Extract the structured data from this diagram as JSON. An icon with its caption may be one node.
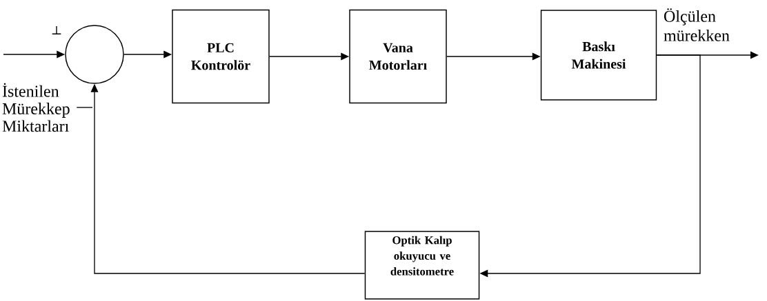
{
  "diagram": {
    "nodes": [
      {
        "text": [],
        "shape": "circle"
      },
      {
        "text": [
          "PLC Kontrolör"
        ]
      },
      {
        "text": [
          "Vana Motorları"
        ]
      },
      {
        "text": [
          "Baskı Makinesi"
        ]
      },
      {
        "text": [
          "Optik Kalıp okuyucu ve densitometre"
        ]
      },
      {
        "text": [
          "İstenilen Mürekkep Miktarları"
        ]
      },
      {
        "text": [
          "Ölçülen mürekken"
        ]
      }
    ],
    "edges": [
      {
        "from": null,
        "to": 0,
        "arrow": "to"
      },
      {
        "from": 0,
        "to": 1,
        "arrow": "to"
      },
      {
        "from": 1,
        "to": 2,
        "arrow": "to"
      },
      {
        "from": 2,
        "to": 3,
        "arrow": "to"
      },
      {
        "from": 3,
        "to": 6,
        "arrow": "to"
      },
      {
        "from": 3,
        "to": 4,
        "arrow": "to"
      },
      {
        "from": 4,
        "to": 0,
        "arrow": "to"
      },
      {
        "from": 5,
        "to": null,
        "arrow": "none"
      }
    ],
    "labels": [
      "⊥"
    ]
  }
}
